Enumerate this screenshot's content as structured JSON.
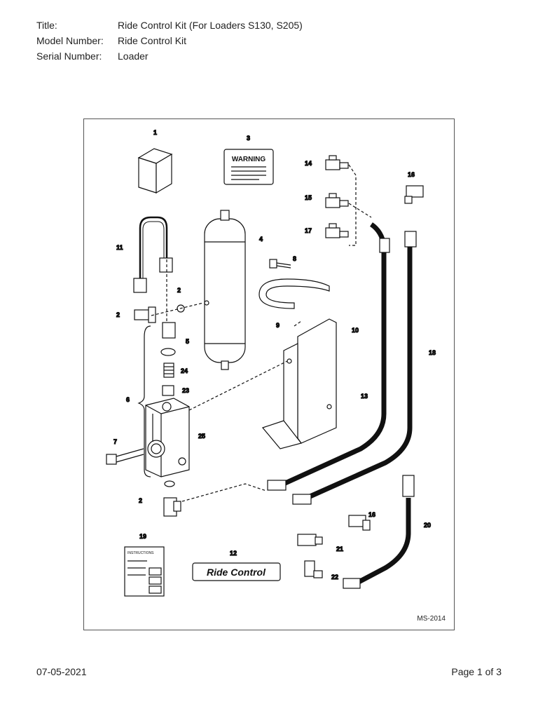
{
  "header": {
    "title": {
      "label": "Title:",
      "value": "Ride Control Kit (For Loaders S130, S205)"
    },
    "model": {
      "label": "Model Number:",
      "value": "Ride Control Kit"
    },
    "serial": {
      "label": "Serial Number:",
      "value": "Loader"
    }
  },
  "figure": {
    "code": "MS-2014",
    "warning_label": "WARNING",
    "decal_text": "Ride Control",
    "instructions_text": "INSTRUCTIONS",
    "callouts": [
      "1",
      "3",
      "14",
      "16",
      "15",
      "17",
      "11",
      "4",
      "8",
      "2",
      "2",
      "9",
      "10",
      "18",
      "5",
      "24",
      "23",
      "6",
      "13",
      "7",
      "25",
      "2",
      "16",
      "20",
      "19",
      "21",
      "12",
      "22"
    ]
  },
  "footer": {
    "date": "07-05-2021",
    "page": "Page 1 of 3"
  }
}
